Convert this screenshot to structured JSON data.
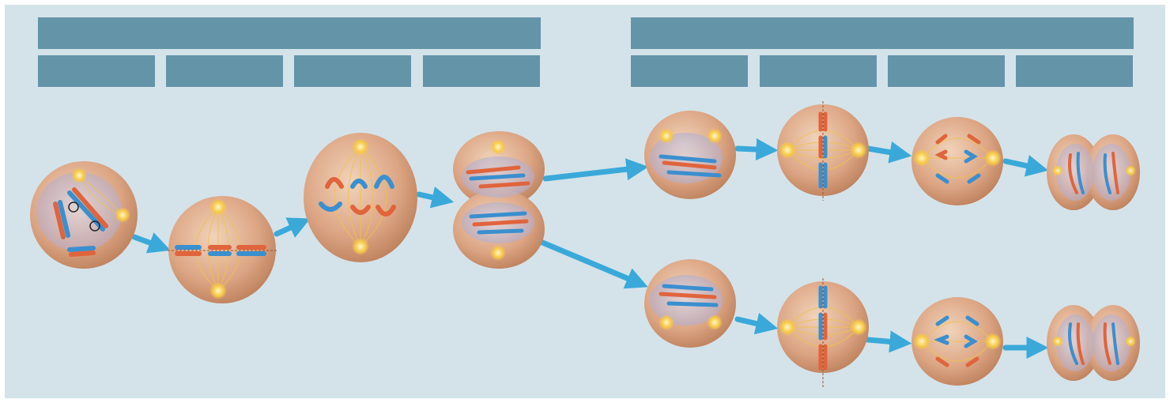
{
  "figure": {
    "background_color": "#d4e3ea",
    "header_color": "#6494a8",
    "arrow_color": "#3aa9d9",
    "cell_color": "#d7a27c",
    "nucleus_color": "#b9b7d6",
    "chromosome_colors": {
      "maternal": "#e0643c",
      "paternal": "#3a8fcf"
    },
    "centrosome_color": "#f7c945",
    "spindle_color": "#f0c24a"
  },
  "meiosis_i": {
    "header": "",
    "stages": [
      "",
      "",
      "",
      ""
    ],
    "cells": [
      {
        "name": "meiosis-i-cell-1",
        "icon": "prophase-i-cell"
      },
      {
        "name": "meiosis-i-cell-2",
        "icon": "metaphase-i-cell"
      },
      {
        "name": "meiosis-i-cell-3",
        "icon": "anaphase-i-cell"
      },
      {
        "name": "meiosis-i-cell-4",
        "icon": "telophase-i-cytokinesis-cell"
      }
    ]
  },
  "meiosis_ii": {
    "header": "",
    "stages": [
      "",
      "",
      "",
      ""
    ],
    "rows": [
      {
        "name": "upper-daughter-lineage",
        "cells": [
          "prophase-ii-cell",
          "metaphase-ii-cell",
          "anaphase-ii-cell",
          "telophase-ii-cell"
        ]
      },
      {
        "name": "lower-daughter-lineage",
        "cells": [
          "prophase-ii-cell",
          "metaphase-ii-cell",
          "anaphase-ii-cell",
          "telophase-ii-cell"
        ]
      }
    ]
  }
}
